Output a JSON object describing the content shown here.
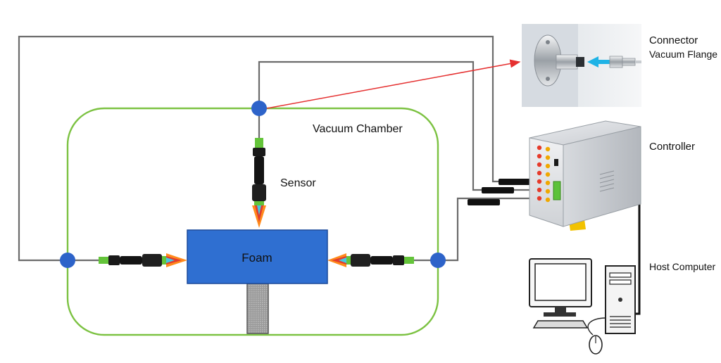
{
  "labels": {
    "connector_line1": "Connector",
    "connector_line2": "Vacuum Flange",
    "controller": "Controller",
    "host_computer": "Host Computer",
    "vacuum_chamber": "Vacuum Chamber",
    "sensor": "Sensor",
    "foam": "Foam"
  },
  "colors": {
    "chamber_outline": "#7cc242",
    "foam_block": "#2f6fd1",
    "feedthrough": "#2d63c9",
    "cable": "#6b6b6b",
    "pointer_arrow": "#e53030",
    "sensor_tip_green": "#64c43a",
    "sensor_cone": "#ff8a1c"
  }
}
